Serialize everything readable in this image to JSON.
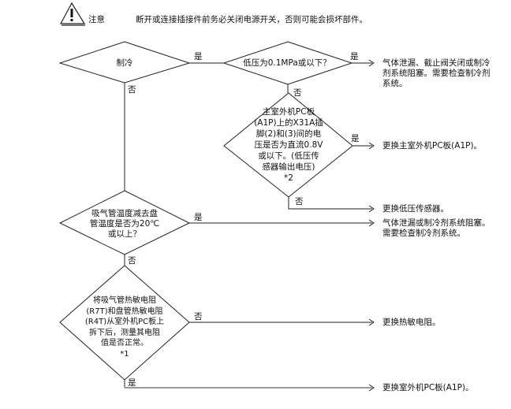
{
  "notice": {
    "icon": "warning-triangle-icon",
    "label": "注意",
    "text": "断开或连接插接件前务必关闭电源开关，否则可能会损坏部件。"
  },
  "decisions": [
    {
      "id": "d1",
      "lines": [
        "制冷"
      ]
    },
    {
      "id": "d2",
      "lines": [
        "低压为0.1MPa或以下？"
      ]
    },
    {
      "id": "d3",
      "lines": [
        "主室外机PC板",
        "(A1P)上的X31A插",
        "脚(2)和(3)间的电",
        "压是否为直流0.8V",
        "或以下。(低压传",
        "感器输出电压)",
        "*2"
      ]
    },
    {
      "id": "d4",
      "lines": [
        "吸气管温度减去盘",
        "管温度是否为20℃",
        "或以上？"
      ]
    },
    {
      "id": "d5",
      "lines": [
        "将吸气管热敏电阻",
        "(R7T)和盘管热敏电阻",
        "(R4T)从室外机PC板上",
        "拆下后，测量其电阻",
        "值是否正常。",
        "*1"
      ]
    }
  ],
  "branch_labels": {
    "yes": "是",
    "no": "否"
  },
  "results": [
    {
      "id": "r1",
      "lines": [
        "气体泄漏、截止阀关闭或制冷",
        "剂系统阻塞。需要检查制冷剂",
        "系统。"
      ]
    },
    {
      "id": "r2",
      "lines": [
        "更换主室外机PC板(A1P)。"
      ]
    },
    {
      "id": "r3",
      "lines": [
        "更换低压传感器。"
      ]
    },
    {
      "id": "r4",
      "lines": [
        "气体泄漏或制冷剂系统阻塞。",
        "需要检查制冷剂系统。"
      ]
    },
    {
      "id": "r5",
      "lines": [
        "更换热敏电阻。"
      ]
    },
    {
      "id": "r6",
      "lines": [
        "更换室外机PC板(A1P)。"
      ]
    }
  ]
}
